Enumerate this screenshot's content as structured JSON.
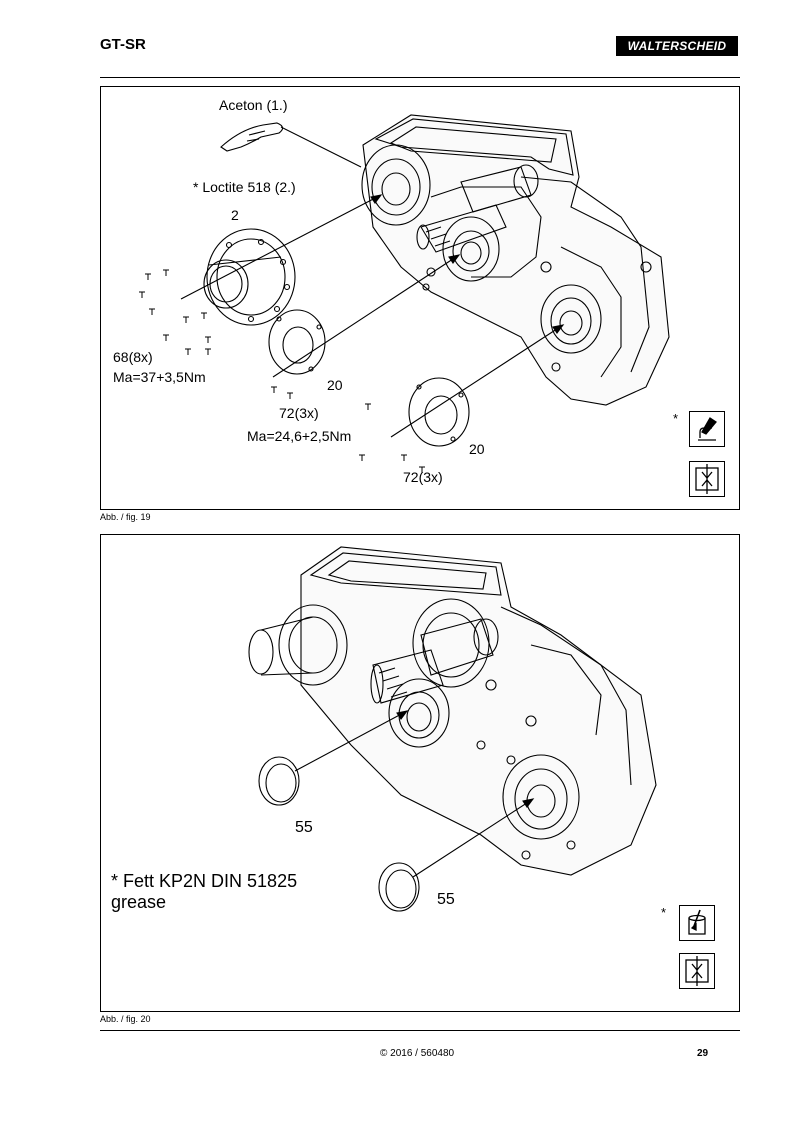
{
  "header": {
    "title": "GT-SR",
    "brand": "WALTERSCHEID"
  },
  "fig19": {
    "caption": "Abb. / fig. 19",
    "labels": {
      "aceton": "Aceton (1.)",
      "loctite": "* Loctite 518 (2.)",
      "part2": "2",
      "bolts68": "68(8x)",
      "torque68": "Ma=37+3,5Nm",
      "gasket20a": "20",
      "bolts72a": "72(3x)",
      "torque72": "Ma=24,6+2,5Nm",
      "gasket20b": "20",
      "bolts72b": "72(3x)"
    },
    "star": "*",
    "icons": [
      "sealant-apply-icon",
      "press-fit-icon"
    ]
  },
  "fig20": {
    "caption": "Abb. / fig. 20",
    "labels": {
      "ring55a": "55",
      "ring55b": "55",
      "grease_line1": "* Fett KP2N DIN 51825",
      "grease_line2": "grease"
    },
    "star": "*",
    "icons": [
      "grease-apply-icon",
      "press-fit-icon"
    ]
  },
  "footer": {
    "copyright": "© 2016 / 560480",
    "page": "29"
  }
}
